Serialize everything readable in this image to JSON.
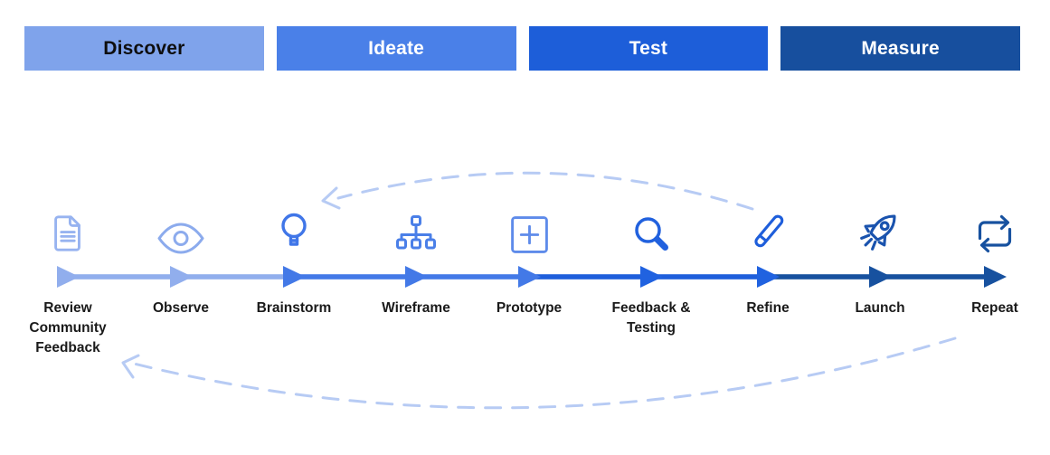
{
  "phases": [
    {
      "label": "Discover",
      "bg": "#7FA3EB",
      "fg": "#0E0E0E"
    },
    {
      "label": "Ideate",
      "bg": "#4A80E8",
      "fg": "#FFFFFF"
    },
    {
      "label": "Test",
      "bg": "#1D5ED9",
      "fg": "#FFFFFF"
    },
    {
      "label": "Measure",
      "bg": "#174F9E",
      "fg": "#FFFFFF"
    }
  ],
  "steps": [
    {
      "label": "Review\nCommunity\nFeedback",
      "icon": "document-icon",
      "icon_color": "#97B3F0"
    },
    {
      "label": "Observe",
      "icon": "eye-icon",
      "icon_color": "#8CABED"
    },
    {
      "label": "Brainstorm",
      "icon": "lightbulb-icon",
      "icon_color": "#4076E8"
    },
    {
      "label": "Wireframe",
      "icon": "sitemap-icon",
      "icon_color": "#4A7FE8"
    },
    {
      "label": "Prototype",
      "icon": "plus-square-icon",
      "icon_color": "#5E8BEA"
    },
    {
      "label": "Feedback &\nTesting",
      "icon": "magnifier-icon",
      "icon_color": "#2161DE"
    },
    {
      "label": "Refine",
      "icon": "pencil-icon",
      "icon_color": "#1E5EDB"
    },
    {
      "label": "Launch",
      "icon": "rocket-icon",
      "icon_color": "#1A53AE"
    },
    {
      "label": "Repeat",
      "icon": "repeat-icon",
      "icon_color": "#17519F"
    }
  ],
  "timeline": {
    "arrowhead_colors": [
      "#91AEED",
      "#91AEED",
      "#4379E7",
      "#4379E7",
      "#4379E7",
      "#2062E0",
      "#2062E0",
      "#17519F",
      "#17519F"
    ],
    "segment_colors": [
      "#91AEED",
      "#91AEED",
      "#4379E7",
      "#4379E7",
      "#1E5EDB",
      "#1E5EDB",
      "#17519F",
      "#17519F"
    ]
  },
  "loop_arrows": {
    "color": "#B7CBF4",
    "top_direction": "right-to-left",
    "bottom_direction": "right-to-left"
  },
  "label_color": "#1A1A1A"
}
